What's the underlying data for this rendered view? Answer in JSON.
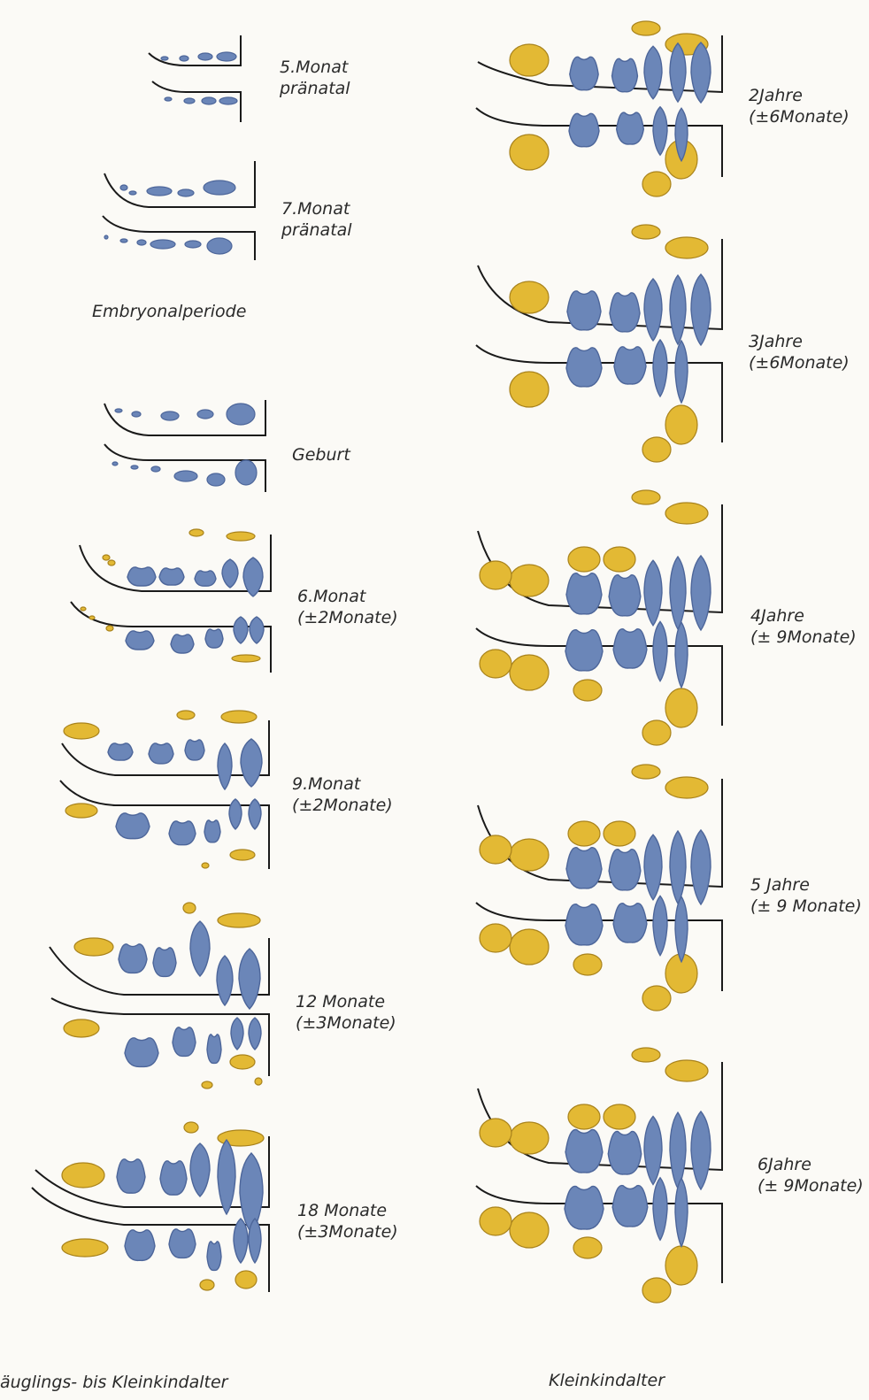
{
  "colors": {
    "primary_tooth": "#6b86b8",
    "primary_tooth_dark": "#4d669a",
    "permanent_tooth": "#e3b934",
    "permanent_tooth_dark": "#a9831c",
    "outline": "#1a1a1a",
    "background": "#fbfaf6"
  },
  "legend_meaning": {},
  "stages_left": [
    {
      "id": "m5",
      "line1": "5.Monat",
      "line2": "pränatal"
    },
    {
      "id": "m7",
      "line1": "7.Monat",
      "line2": "pränatal"
    },
    {
      "id": "geb",
      "line1": "Geburt",
      "line2": ""
    },
    {
      "id": "m6",
      "line1": "6.Monat",
      "line2": "(±2Monate)"
    },
    {
      "id": "m9",
      "line1": "9.Monat",
      "line2": "(±2Monate)"
    },
    {
      "id": "m12",
      "line1": "12 Monate",
      "line2": "(±3Monate)"
    },
    {
      "id": "m18",
      "line1": "18 Monate",
      "line2": "(±3Monate)"
    }
  ],
  "stages_right": [
    {
      "id": "j2",
      "line1": "2Jahre",
      "line2": "(±6Monate)"
    },
    {
      "id": "j3",
      "line1": "3Jahre",
      "line2": "(±6Monate)"
    },
    {
      "id": "j4",
      "line1": "4Jahre",
      "line2": "(± 9Monate)"
    },
    {
      "id": "j5",
      "line1": "5 Jahre",
      "line2": "(± 9 Monate)"
    },
    {
      "id": "j6",
      "line1": "6Jahre",
      "line2": "(± 9Monate)"
    }
  ],
  "section_captions": {
    "embryo": "Embryonalperiode",
    "left_bottom": "äuglings- bis Kleinkindalter",
    "right_bottom": "Kleinkindalter"
  }
}
